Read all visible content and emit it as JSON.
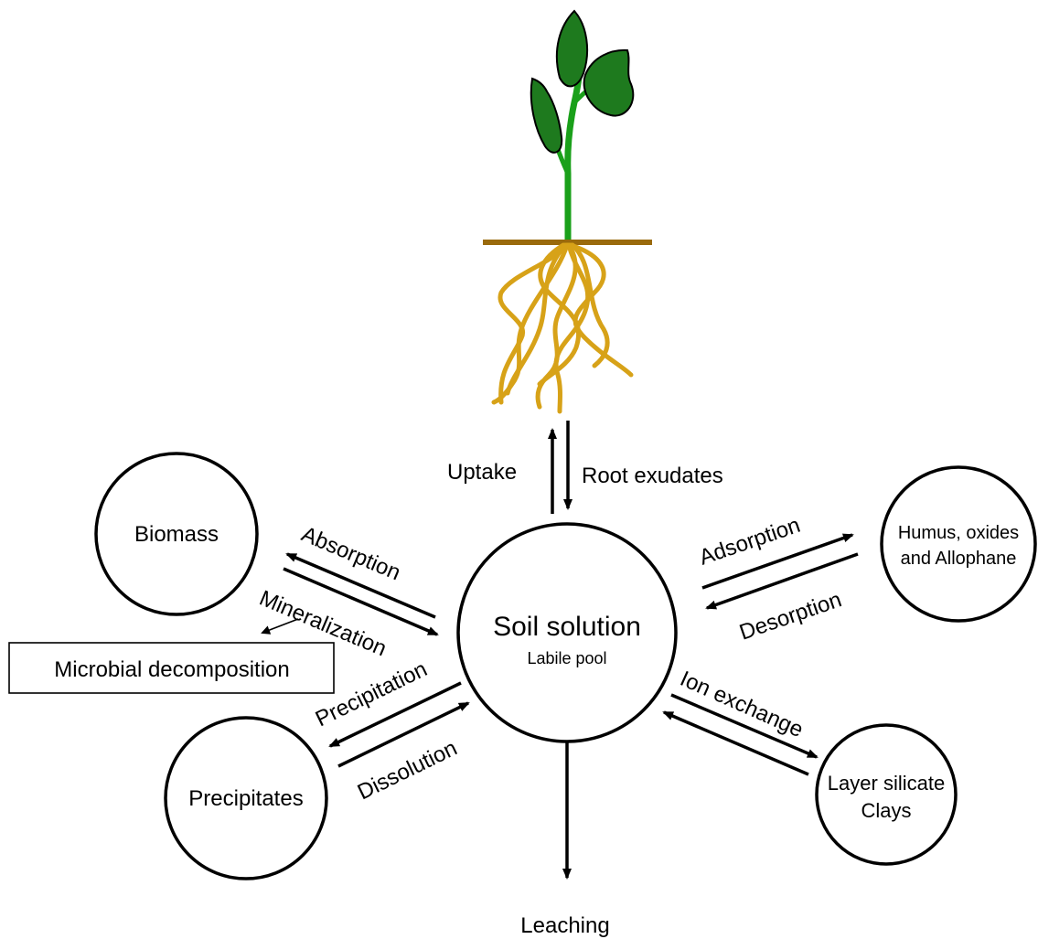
{
  "nodes": {
    "center": {
      "title": "Soil solution",
      "subtitle": "Labile pool"
    },
    "biomass": "Biomass",
    "humus": {
      "line1": "Humus, oxides",
      "line2": "and Allophane"
    },
    "precipitates": "Precipitates",
    "clays": {
      "line1": "Layer silicate",
      "line2": "Clays"
    },
    "microbial": "Microbial decomposition"
  },
  "processes": {
    "uptake": "Uptake",
    "root_exudates": "Root exudates",
    "absorption": "Absorption",
    "mineralization": "Mineralization",
    "adsorption": "Adsorption",
    "desorption": "Desorption",
    "precipitation": "Precipitation",
    "dissolution": "Dissolution",
    "ion_exchange": "Ion exchange",
    "leaching": "Leaching"
  },
  "colors": {
    "leaf": "#1e7a1e",
    "stem": "#1aa01a",
    "soil_line": "#9a6a0c",
    "roots": "#d7a218"
  }
}
